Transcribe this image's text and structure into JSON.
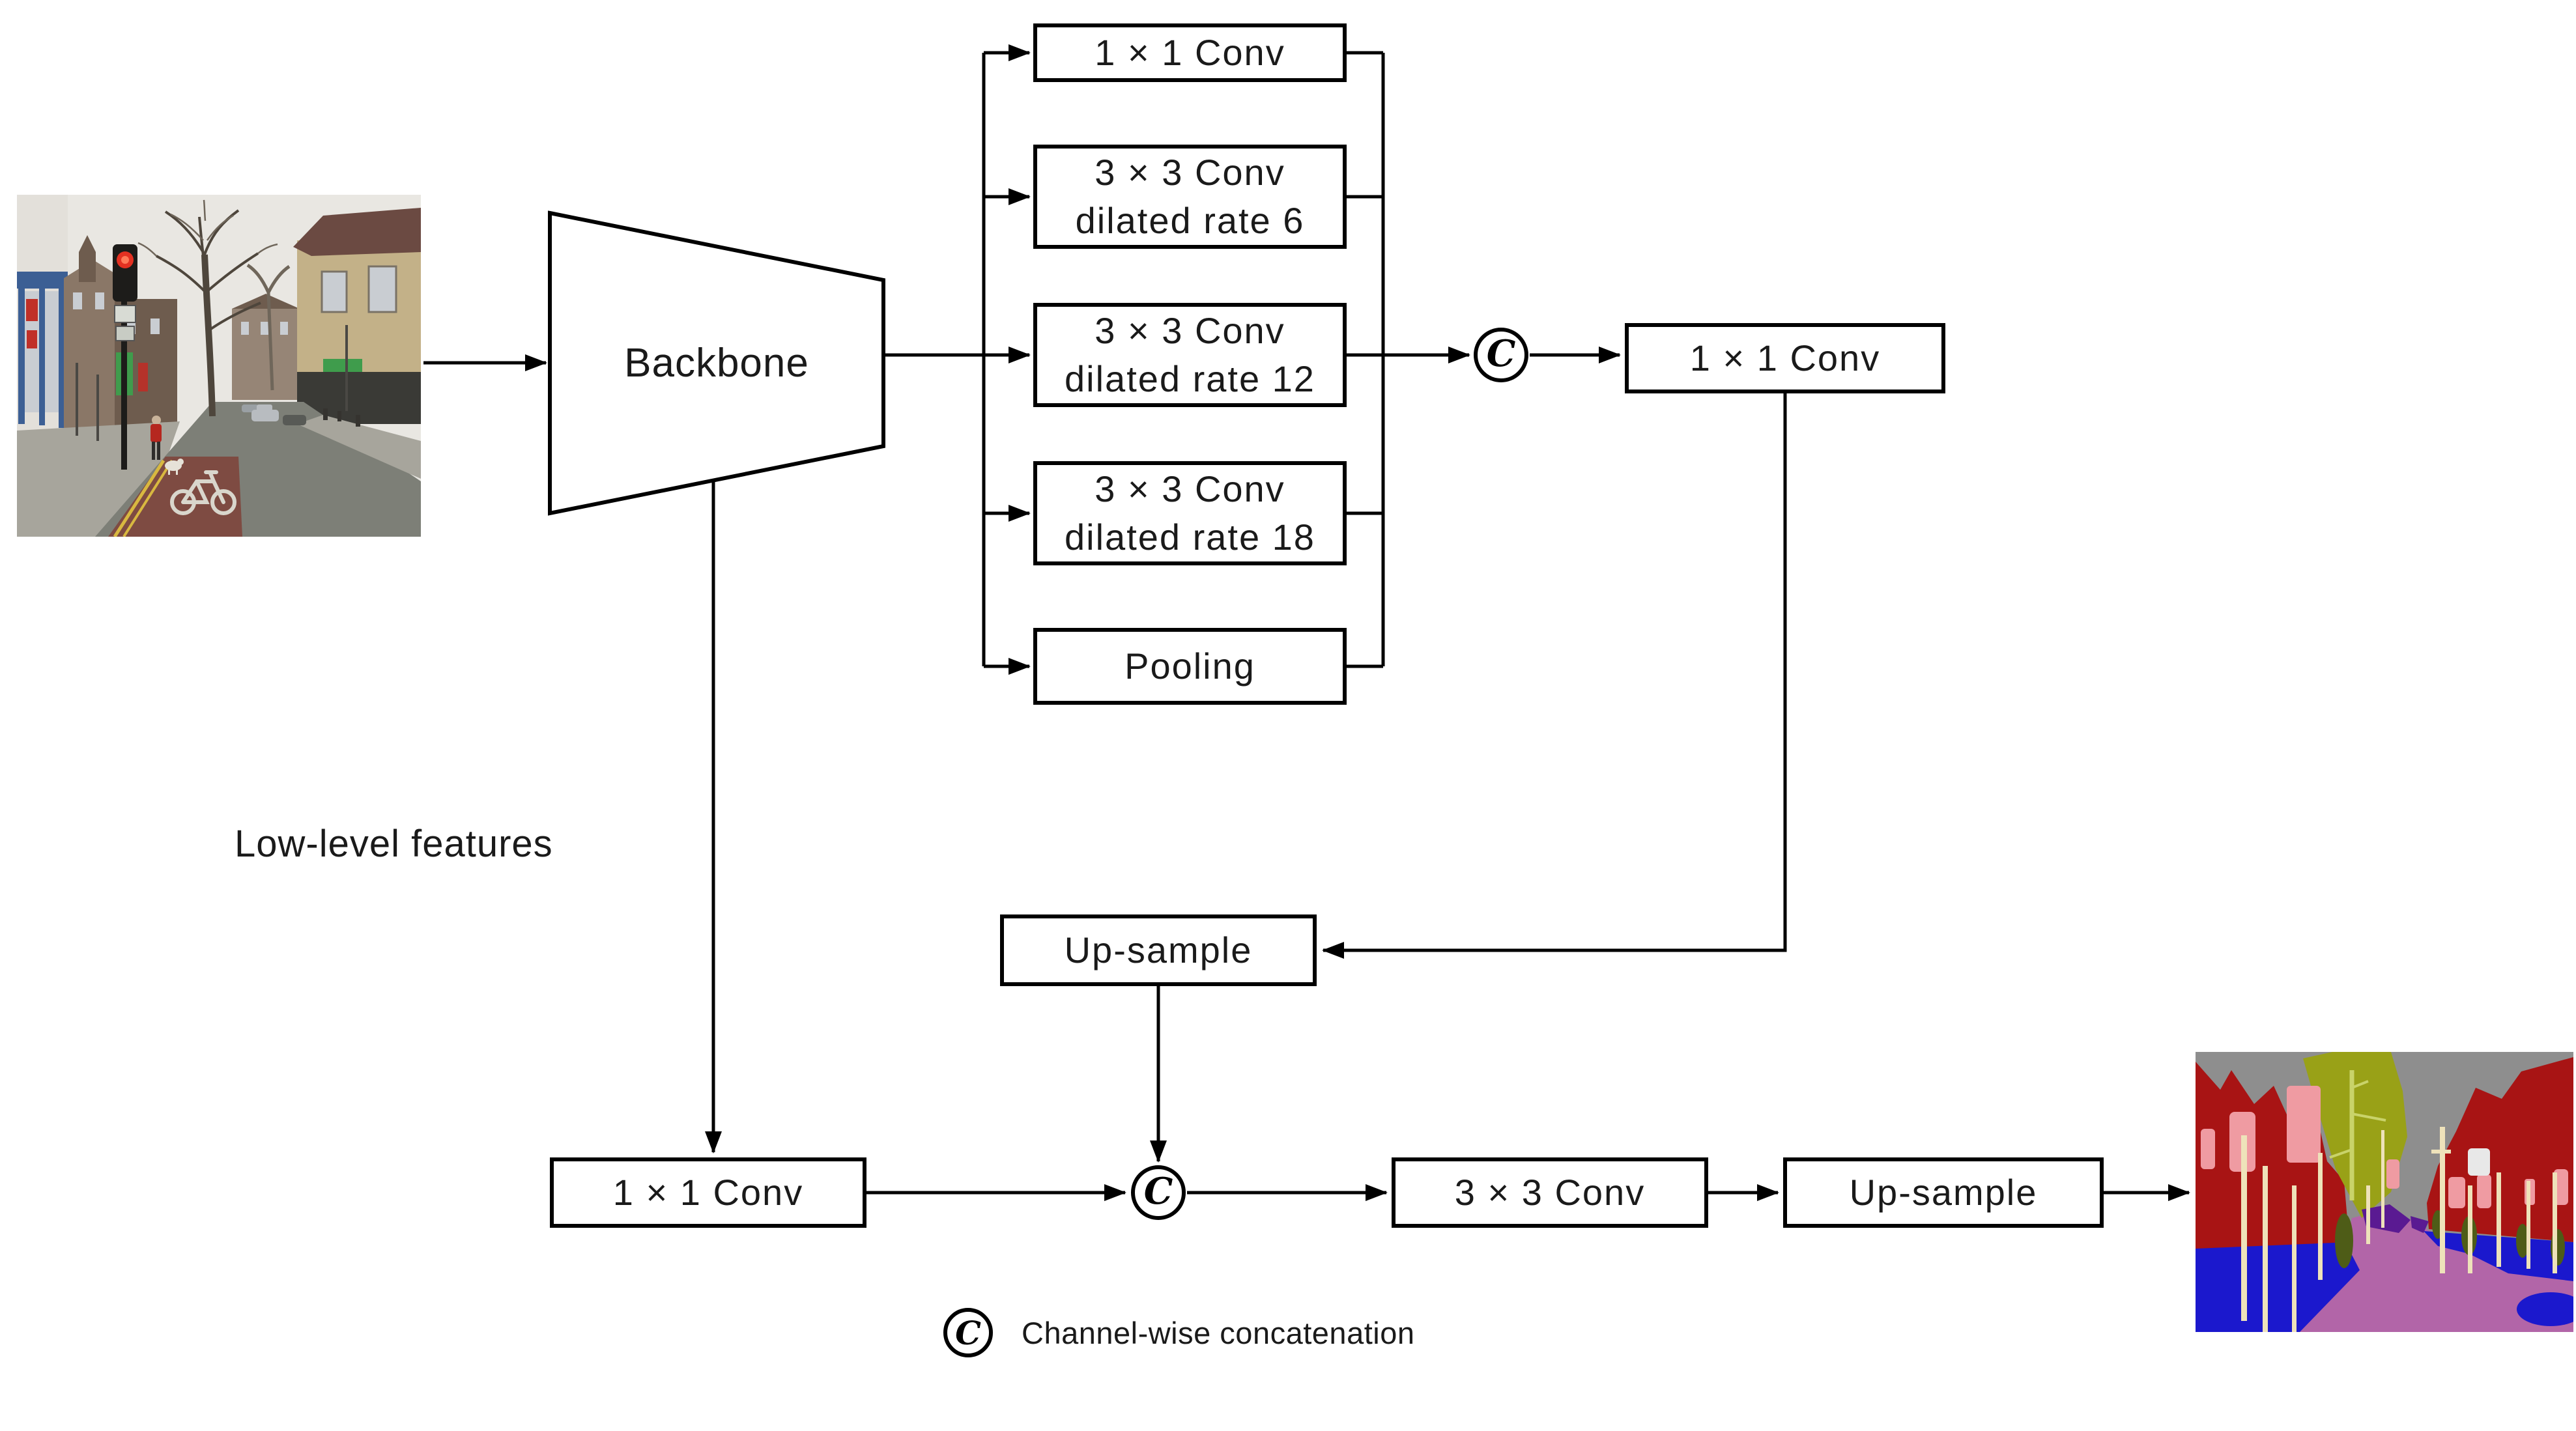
{
  "backbone": {
    "label": "Backbone"
  },
  "aspp": {
    "branches": [
      {
        "label": "1 × 1 Conv"
      },
      {
        "label": "3 × 3 Conv\ndilated rate 6"
      },
      {
        "label": "3 × 3 Conv\ndilated rate 12"
      },
      {
        "label": "3 × 3 Conv\ndilated rate 18"
      },
      {
        "label": "Pooling"
      }
    ],
    "projection": {
      "label": "1 × 1 Conv"
    }
  },
  "decoder": {
    "upsample1": {
      "label": "Up-sample"
    },
    "low_level_conv": {
      "label": "1 × 1 Conv"
    },
    "conv": {
      "label": "3 × 3 Conv"
    },
    "upsample2": {
      "label": "Up-sample"
    }
  },
  "annotations": {
    "low_level": "Low-level features"
  },
  "concat_symbol": "C",
  "legend": {
    "symbol": "C",
    "text": "Channel-wise concatenation"
  },
  "palette": {
    "sky": "#8e8e8e",
    "building": "#a81414",
    "vegetation": "#99a117",
    "vegetation_light": "#c9d36a",
    "bush": "#4e5c17",
    "road": "#b265a8",
    "sidewalk": "#1b18cd",
    "pole": "#eee2ba",
    "sign": "#ef9ba2",
    "object": "#5a1a92",
    "window": "#e8e8e8"
  },
  "photo": {
    "sky": "#e9e7e2",
    "building_left": "#e3e0da",
    "shopfront_blue": "#3c5f94",
    "window_glass": "#c9cdd2",
    "sale_sign": "#c03028",
    "brick": "#8a7767",
    "brick_dark": "#6e5c4e",
    "building_right": "#c3b188",
    "roof_right": "#6b4a42",
    "storefront_dark": "#3a3a36",
    "road": "#7d7f77",
    "sidewalk": "#a7a59c",
    "cycle_lane": "#7e4b42",
    "marking_white": "#d9d6cc",
    "tree": "#4e463c",
    "branches": "#6f665a",
    "traffic_light_body": "#1d1c1a",
    "signal_red": "#e33122",
    "signal_glow": "#ff7a58",
    "person_red": "#b5271f",
    "skin": "#c9b39a",
    "trousers": "#2e2c2a",
    "dog_white": "#e6e2d8",
    "sign_green": "#3f9c4c",
    "postbox_red": "#b5322a",
    "yellow_line": "#d8b840",
    "car_silver": "#b8bcc0",
    "car_dark": "#585a56",
    "pole_gray": "#4a4844"
  }
}
